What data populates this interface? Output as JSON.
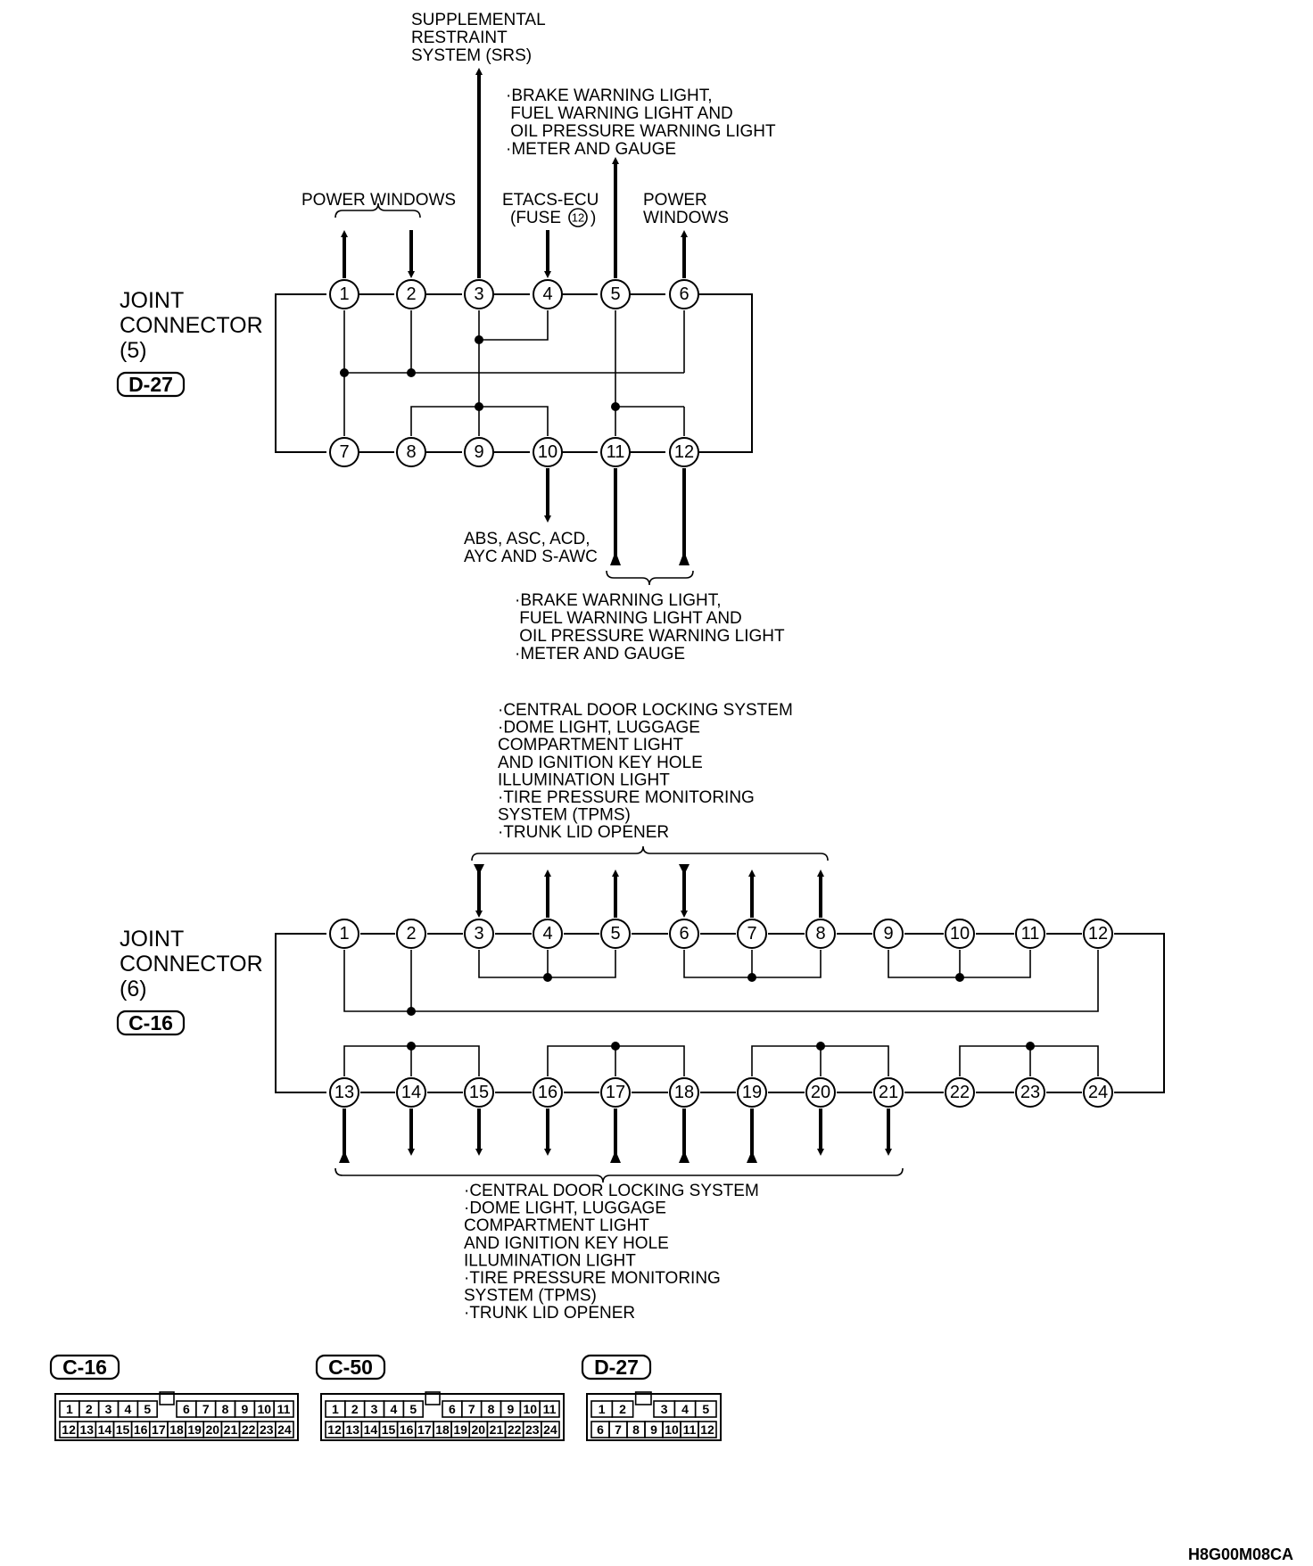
{
  "figure_code": "H8G00M08CA",
  "connector5": {
    "title_lines": [
      "JOINT",
      "CONNECTOR",
      "(5)"
    ],
    "tag": "D-27",
    "pins": [
      "1",
      "2",
      "3",
      "4",
      "5",
      "6",
      "7",
      "8",
      "9",
      "10",
      "11",
      "12"
    ]
  },
  "connector6": {
    "title_lines": [
      "JOINT",
      "CONNECTOR",
      "(6)"
    ],
    "tag": "C-16",
    "pins": [
      "1",
      "2",
      "3",
      "4",
      "5",
      "6",
      "7",
      "8",
      "9",
      "10",
      "11",
      "12",
      "13",
      "14",
      "15",
      "16",
      "17",
      "18",
      "19",
      "20",
      "21",
      "22",
      "23",
      "24"
    ]
  },
  "labels": {
    "srs": [
      "SUPPLEMENTAL",
      "RESTRAINT",
      "SYSTEM (SRS)"
    ],
    "brake_top": [
      "·BRAKE WARNING LIGHT,",
      " FUEL WARNING LIGHT AND",
      " OIL PRESSURE WARNING LIGHT",
      "·METER AND GAUGE"
    ],
    "power_windows_left": "POWER WINDOWS",
    "etacs": [
      "ETACS-ECU",
      "(FUSE"
    ],
    "fuse_number": "12",
    "power_windows_right": [
      "POWER",
      "WINDOWS"
    ],
    "abs": [
      "ABS, ASC, ACD,",
      "AYC AND S-AWC"
    ],
    "brake_bottom": [
      "·BRAKE WARNING LIGHT,",
      " FUEL WARNING LIGHT AND",
      " OIL PRESSURE WARNING LIGHT",
      "·METER AND GAUGE"
    ],
    "central_top": [
      "·CENTRAL DOOR LOCKING SYSTEM",
      "·DOME LIGHT, LUGGAGE",
      " COMPARTMENT LIGHT",
      " AND IGNITION KEY HOLE",
      " ILLUMINATION LIGHT",
      "·TIRE PRESSURE MONITORING",
      " SYSTEM (TPMS)",
      "·TRUNK LID OPENER"
    ],
    "central_bottom": [
      "·CENTRAL DOOR LOCKING SYSTEM",
      "·DOME LIGHT, LUGGAGE",
      " COMPARTMENT LIGHT",
      " AND IGNITION KEY HOLE",
      " ILLUMINATION LIGHT",
      "·TIRE PRESSURE MONITORING",
      " SYSTEM (TPMS)",
      "·TRUNK LID OPENER"
    ]
  },
  "connector_views": [
    {
      "tag": "C-16",
      "top": [
        "1",
        "2",
        "3",
        "4",
        "5",
        "",
        "6",
        "7",
        "8",
        "9",
        "10",
        "11"
      ],
      "bottom": [
        "12",
        "13",
        "14",
        "15",
        "16",
        "17",
        "18",
        "19",
        "20",
        "21",
        "22",
        "23",
        "24"
      ]
    },
    {
      "tag": "C-50",
      "top": [
        "1",
        "2",
        "3",
        "4",
        "5",
        "",
        "6",
        "7",
        "8",
        "9",
        "10",
        "11"
      ],
      "bottom": [
        "12",
        "13",
        "14",
        "15",
        "16",
        "17",
        "18",
        "19",
        "20",
        "21",
        "22",
        "23",
        "24"
      ]
    },
    {
      "tag": "D-27",
      "top": [
        "1",
        "2",
        "",
        "3",
        "4",
        "5"
      ],
      "bottom": [
        "6",
        "7",
        "8",
        "9",
        "10",
        "11",
        "12"
      ]
    }
  ]
}
